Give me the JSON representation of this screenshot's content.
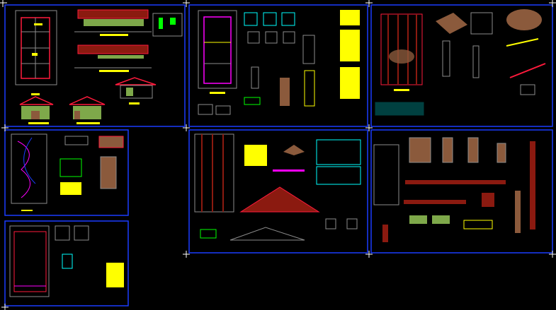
{
  "viewport": {
    "background": "#000000"
  },
  "colors": {
    "frame": "#1a3cff",
    "roof": "#8b1a10",
    "wall_red": "#ff1a3c",
    "wall_green": "#7ea84a",
    "grid_gray": "#8c8c8c",
    "dim_green": "#00ff00",
    "label_yellow": "#ffff00",
    "magenta": "#ff00ff",
    "cyan": "#00ffff",
    "wood_brown": "#8b5a3c",
    "crosshair": "#ffffff"
  },
  "sheets": [
    {
      "name": "sheet-architecture-plan-elevations"
    },
    {
      "name": "sheet-foundation-structure"
    },
    {
      "name": "sheet-roof-structure"
    },
    {
      "name": "sheet-electrical"
    },
    {
      "name": "sheet-roof-trusses"
    },
    {
      "name": "sheet-doors-windows-details"
    },
    {
      "name": "sheet-sanitary"
    }
  ]
}
